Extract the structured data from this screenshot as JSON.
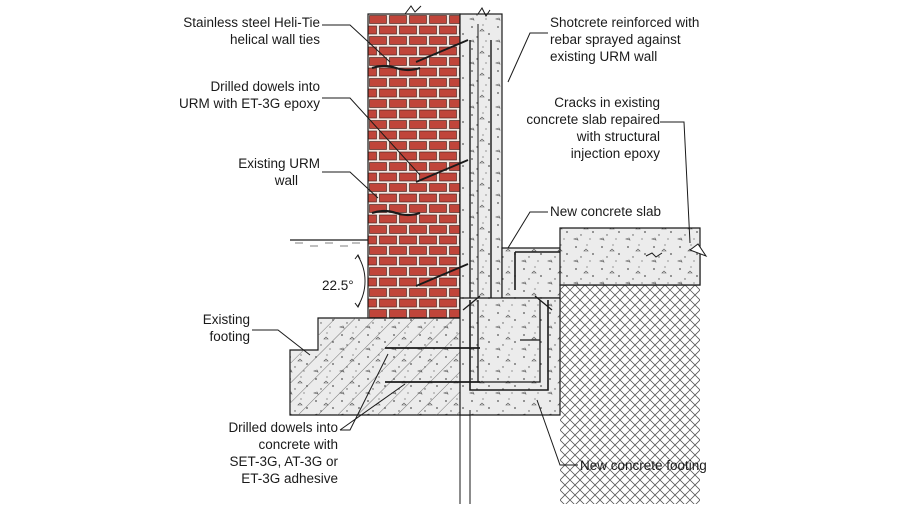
{
  "labels": {
    "heli_tie": [
      "Stainless steel Heli-Tie",
      "helical wall ties"
    ],
    "dowels_urm": [
      "Drilled dowels into",
      "URM with ET-3G epoxy"
    ],
    "urm_wall": [
      "Existing URM",
      "wall"
    ],
    "angle": "22.5°",
    "existing_footing": [
      "Existing",
      "footing"
    ],
    "dowels_concrete": [
      "Drilled dowels into",
      "concrete with",
      "SET-3G, AT-3G or",
      "ET-3G adhesive"
    ],
    "shotcrete": [
      "Shotcrete reinforced with",
      "rebar sprayed against",
      "existing URM wall"
    ],
    "cracks": [
      "Cracks in existing",
      "concrete slab repaired",
      "with structural",
      "injection epoxy"
    ],
    "new_slab": "New concrete slab",
    "new_footing": "New concrete footing"
  },
  "colors": {
    "brick": "#c0453a",
    "mortar": "#f2e6e0",
    "concrete": "#ececec",
    "line": "#1a1a1a"
  }
}
